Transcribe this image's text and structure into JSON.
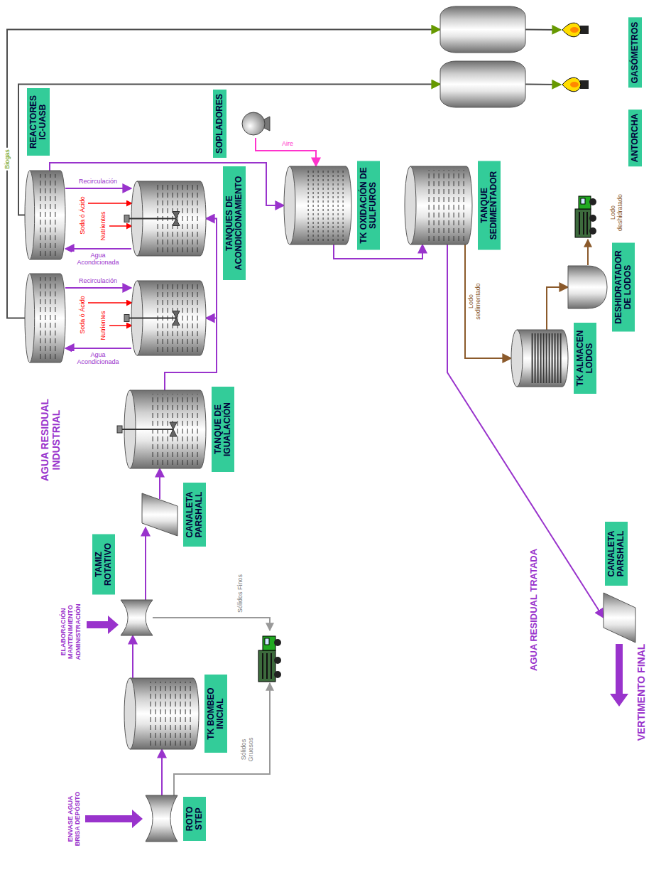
{
  "diagram": {
    "nodes": [
      {
        "text": [
          "ROTO STEP"
        ]
      },
      {
        "text": [
          "TK BOMBEO INICIAL"
        ]
      },
      {
        "text": [
          "TAMIZ ROTATIVO"
        ]
      },
      {
        "text": [
          "CANALETA PARSHALL"
        ]
      },
      {
        "text": [
          "TANQUE DE IGUALACIÓN"
        ]
      },
      {
        "text": [
          "TANQUES DE ACONDICIONAMIENTO"
        ]
      },
      {
        "text": [
          "REACTORES IC-UASB"
        ]
      },
      {
        "text": [
          "SOPLADORES"
        ]
      },
      {
        "text": [
          "TK OXIDACIÓN DE SULFUROS"
        ]
      },
      {
        "text": [
          "TANQUE SEDIMENTADOR"
        ]
      },
      {
        "text": [
          "TK ALMACEN LODOS"
        ]
      },
      {
        "text": [
          "DESHIDRATADOR DE LODOS"
        ]
      },
      {
        "text": [
          "CANALETA PARSHALL"
        ]
      },
      {
        "text": [
          "GASÓMETROS"
        ]
      },
      {
        "text": [
          "ANTORCHA"
        ]
      }
    ],
    "edges": [
      {
        "from": 0,
        "to": 1,
        "arrow": "to"
      },
      {
        "from": 1,
        "to": 2,
        "arrow": "to"
      },
      {
        "from": 2,
        "to": 3,
        "arrow": "to"
      },
      {
        "from": 3,
        "to": 4,
        "arrow": "to"
      },
      {
        "from": 4,
        "to": 5,
        "arrow": "to"
      },
      {
        "from": 4,
        "to": 5,
        "arrow": "to"
      },
      {
        "from": 5,
        "to": 6,
        "label": "Agua Acondicionada",
        "arrow": "to"
      },
      {
        "from": 6,
        "to": 5,
        "label": "Recirculación",
        "arrow": "to"
      },
      {
        "from": 5,
        "to": 6,
        "label": "Agua Acondicionada",
        "arrow": "to"
      },
      {
        "from": 6,
        "to": 5,
        "label": "Recirculación",
        "arrow": "to"
      },
      {
        "from": 6,
        "to": 8,
        "arrow": "to"
      },
      {
        "from": 7,
        "to": 8,
        "label": "Aire",
        "arrow": "to"
      },
      {
        "from": 8,
        "to": 9,
        "arrow": "to"
      },
      {
        "from": 9,
        "to": 10,
        "label": "Lodo sedimentado",
        "arrow": "to"
      },
      {
        "from": 10,
        "to": 11,
        "arrow": "to"
      },
      {
        "from": 9,
        "to": 12,
        "arrow": "to"
      },
      {
        "from": 6,
        "to": 13,
        "label": "Biogas",
        "arrow": "to"
      },
      {
        "from": 6,
        "to": 13,
        "arrow": "to"
      },
      {
        "from": 13,
        "to": 14,
        "arrow": "to"
      },
      {
        "from": 13,
        "to": 14,
        "arrow": "to"
      }
    ],
    "labels": [
      "AGUA RESIDUAL INDUSTRIAL",
      "ENVASE AGUA BRISA DEPÓSITO",
      "ELABORACIÓN MANTENIMIENTO ADMINISTRACIÓN",
      "Sólidos Gruesos",
      "Sólidos Finos",
      "Soda ó Ácido",
      "Nutrientes",
      "Soda ó Ácido",
      "Nutrientes",
      "AGUA RESIDUAL TRATADA",
      "VERTIMENTO FINAL",
      "Lodo deshidratado"
    ]
  }
}
